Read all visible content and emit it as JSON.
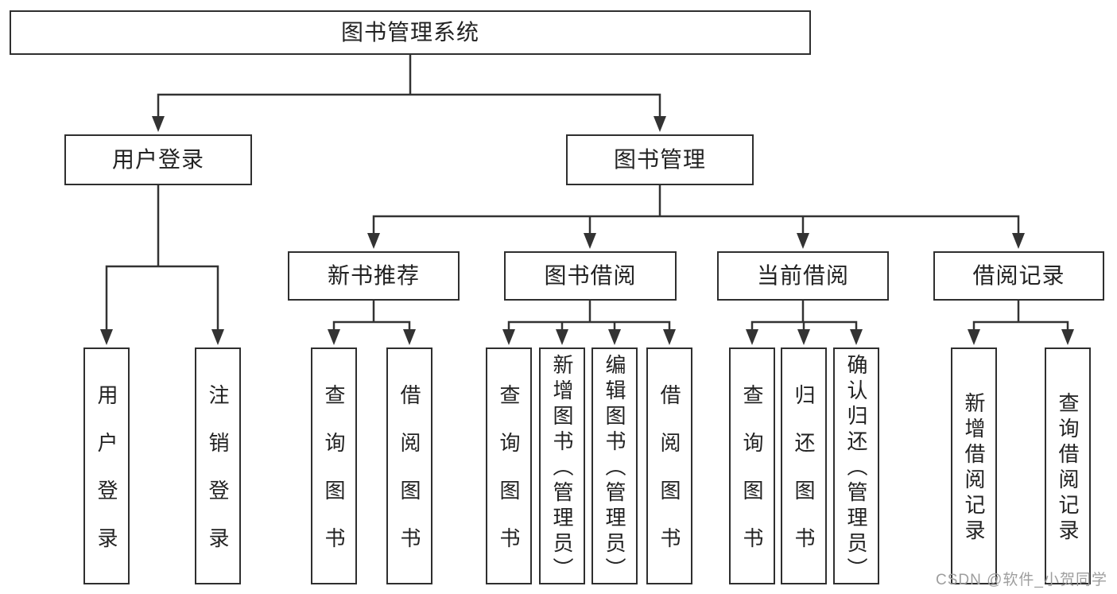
{
  "diagram": {
    "root": {
      "label": "图书管理系统"
    },
    "branches": [
      {
        "label": "用户登录",
        "children": [
          {
            "label": "用户登录"
          },
          {
            "label": "注销登录"
          }
        ]
      },
      {
        "label": "图书管理",
        "children": [
          {
            "label": "新书推荐",
            "children": [
              {
                "label": "查询图书"
              },
              {
                "label": "借阅图书"
              }
            ]
          },
          {
            "label": "图书借阅",
            "children": [
              {
                "label": "查询图书"
              },
              {
                "label": "新增图书（管理员）"
              },
              {
                "label": "编辑图书（管理员）"
              },
              {
                "label": "借阅图书"
              }
            ]
          },
          {
            "label": "当前借阅",
            "children": [
              {
                "label": "查询图书"
              },
              {
                "label": "归还图书"
              },
              {
                "label": "确认归还（管理员）"
              }
            ]
          },
          {
            "label": "借阅记录",
            "children": [
              {
                "label": "新增借阅记录"
              },
              {
                "label": "查询借阅记录"
              }
            ]
          }
        ]
      }
    ],
    "colors": {
      "line": "#333333",
      "box_border": "#2f2f2f",
      "text": "#222222",
      "background": "#ffffff"
    }
  },
  "watermark": {
    "text": "CSDN @软件_小贺同学",
    "color": "#9e9e9e"
  }
}
